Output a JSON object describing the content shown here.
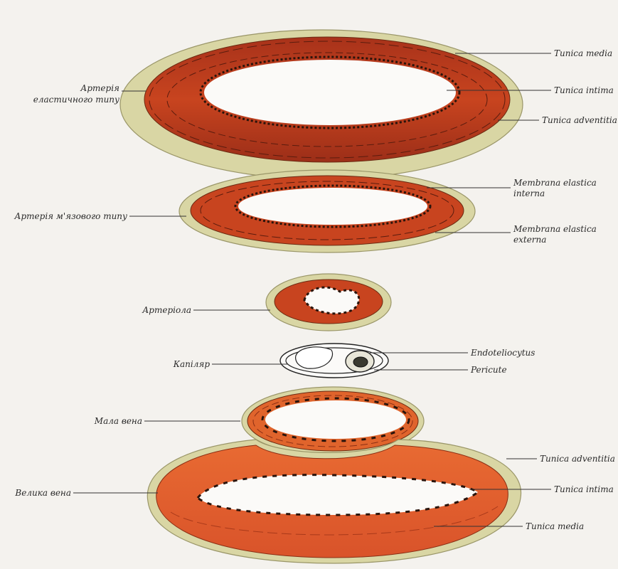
{
  "palette": {
    "background": "#f4f2ee",
    "adventitia": "#d9d6a4",
    "media_dark": "#b8391d",
    "media_light": "#e0642c",
    "intima": "#2a1a12",
    "lumen": "#fbfaf8"
  },
  "left_labels": {
    "elastic_artery": [
      "Артерія",
      "еластичного типу"
    ],
    "muscular_artery": "Артерія м'язового типу",
    "arteriole": "Артеріола",
    "capillary": "Капіляр",
    "small_vein": "Мала вена",
    "large_vein": "Велика вена"
  },
  "right_labels": {
    "tunica_media_top": "Tunica media",
    "tunica_intima_top": "Tunica intima",
    "tunica_adventitia_top": "Tunica adventitia",
    "membrana_elastica_interna": [
      "Membrana elastica",
      "interna"
    ],
    "membrana_elastica_externa": [
      "Membrana elastica",
      "externa"
    ],
    "endoteliocytus": "Endoteliocytus",
    "pericute": "Pericute",
    "tunica_adventitia_bottom": "Tunica adventitia",
    "tunica_intima_bottom": "Tunica intima",
    "tunica_media_bottom": "Tunica media"
  }
}
